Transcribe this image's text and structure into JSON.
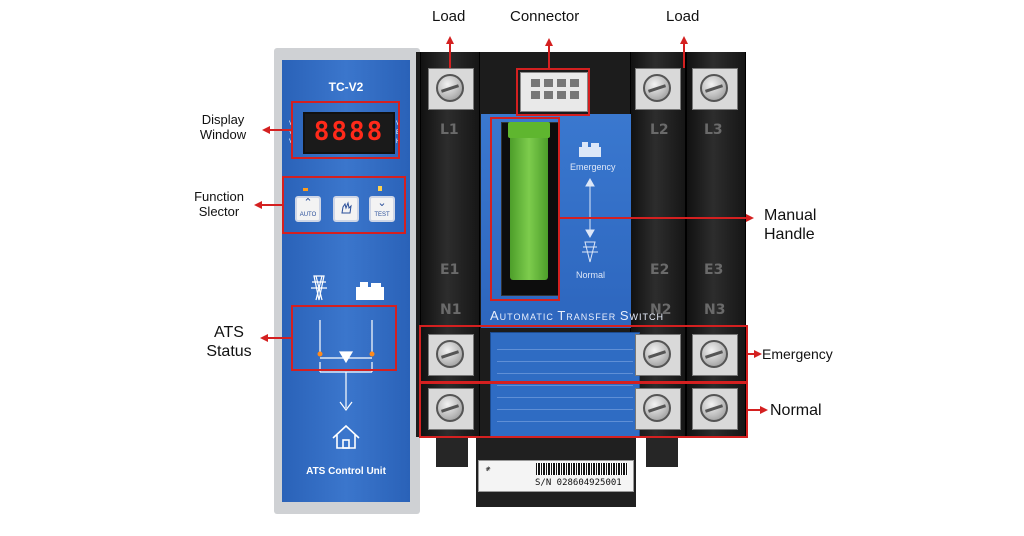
{
  "callouts": {
    "load_left": "Load",
    "connector": "Connector",
    "load_right": "Load",
    "display_window": [
      "Display",
      "Window"
    ],
    "function_selector": [
      "Function",
      "Slector"
    ],
    "ats_status": [
      "ATS",
      "Status"
    ],
    "manual_handle": [
      "Manual",
      "Handle"
    ],
    "emergency": "Emergency",
    "normal": "Normal"
  },
  "control_unit": {
    "model": "TC-V2",
    "display_value": "8888",
    "buttons": [
      "AUTO",
      "",
      "TEST"
    ],
    "footer": "ATS Control Unit"
  },
  "switch_body": {
    "pole_labels_top": [
      "L1",
      "L2",
      "L3"
    ],
    "pole_labels_emergency": [
      "E1",
      "E2",
      "E3"
    ],
    "pole_labels_normal": [
      "N1",
      "N2",
      "N3"
    ],
    "plate_emergency": "Emergency",
    "plate_normal": "Normal",
    "ats_title": [
      "A",
      "UTOMATIC ",
      "T",
      "RANSFER ",
      "S",
      "WITCH"
    ],
    "serial": "S/N 028604925001"
  },
  "colors": {
    "highlight": "#d42020",
    "unit_blue": "#3b76cc",
    "handle_green": "#7dcc4d"
  }
}
